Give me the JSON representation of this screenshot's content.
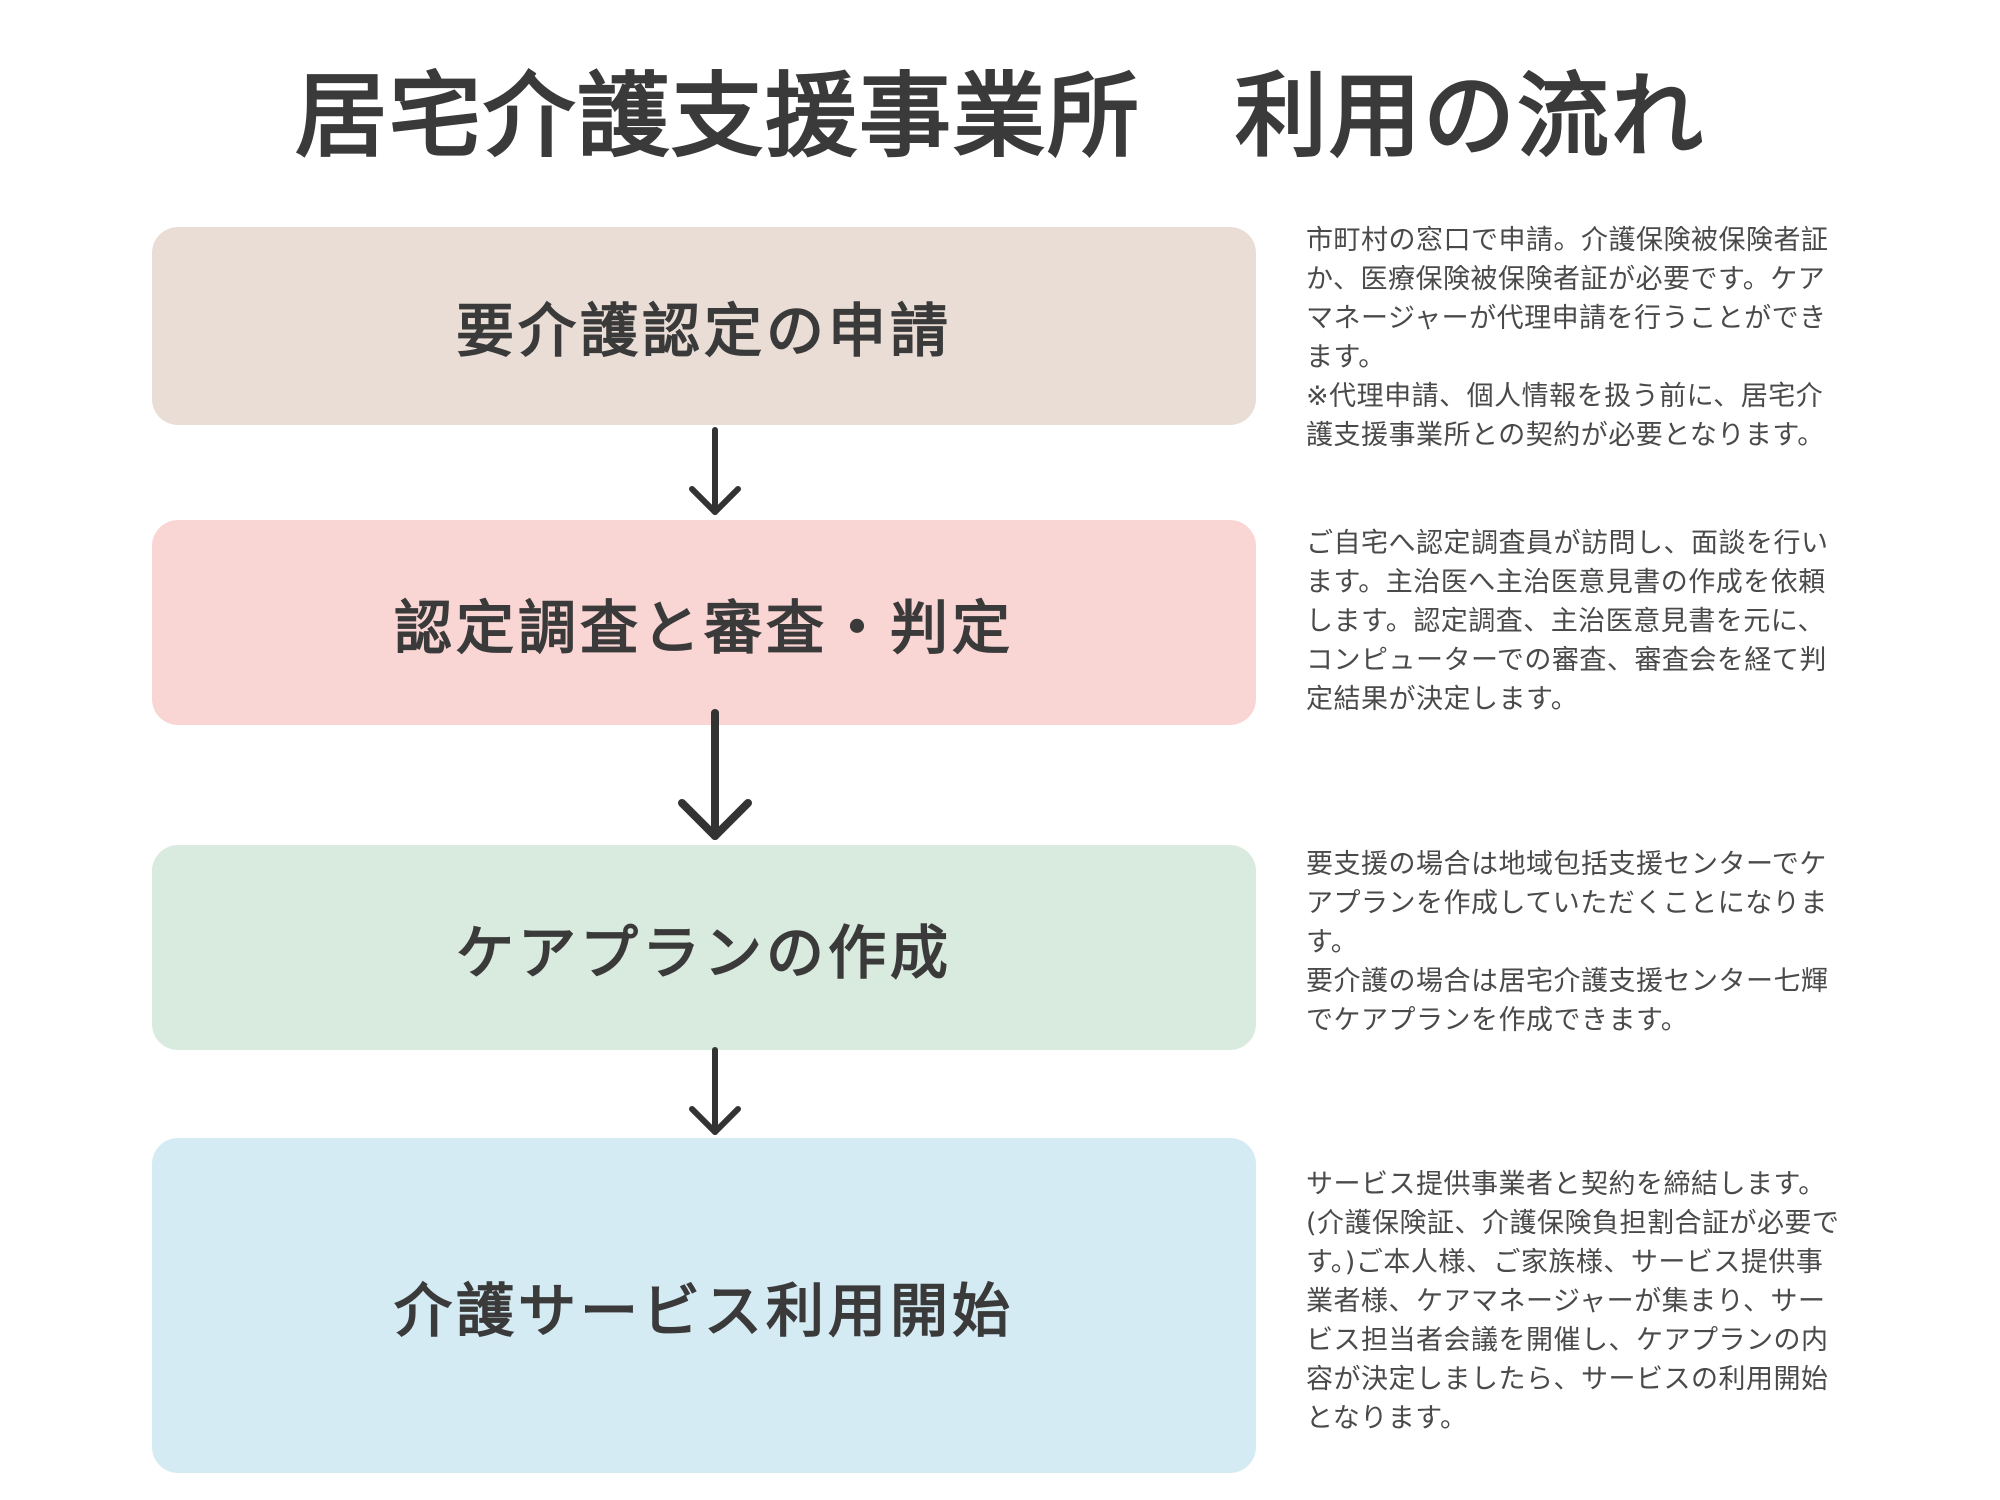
{
  "title": "居宅介護支援事業所　利用の流れ",
  "colors": {
    "step1_bg": "#e9ddd6",
    "step2_bg": "#f9d5d3",
    "step3_bg": "#d9eadf",
    "step4_bg": "#d5ebf4",
    "arrow": "#333333",
    "text": "#3a3a3a"
  },
  "steps": [
    {
      "label": "要介護認定の申請",
      "description": "市町村の窓口で申請。介護保険被保険者証\nか、医療保険被保険者証が必要です。ケア\nマネージャーが代理申請を行うことができ\nます。\n※代理申請、個人情報を扱う前に、居宅介\n護支援事業所との契約が必要となります。"
    },
    {
      "label": "認定調査と審査・判定",
      "description": "ご自宅へ認定調査員が訪問し、面談を行い\nます。主治医へ主治医意見書の作成を依頼\nします。認定調査、主治医意見書を元に、\nコンピューターでの審査、審査会を経て判\n定結果が決定します。"
    },
    {
      "label": "ケアプランの作成",
      "description": "要支援の場合は地域包括支援センターでケ\nアプランを作成していただくことになりま\nす。\n要介護の場合は居宅介護支援センター七輝\nでケアプランを作成できます。"
    },
    {
      "label": "介護サービス利用開始",
      "description": "サービス提供事業者と契約を締結します。\n(介護保険証、介護保険負担割合証が必要で\nす。)ご本人様、ご家族様、サービス提供事\n業者様、ケアマネージャーが集まり、サー\nビス担当者会議を開催し、ケアプランの内\n容が決定しましたら、サービスの利用開始\nとなります。"
    }
  ],
  "arrows": [
    {
      "icon": "arrow-down-icon"
    },
    {
      "icon": "arrow-down-icon"
    },
    {
      "icon": "arrow-down-icon"
    }
  ]
}
